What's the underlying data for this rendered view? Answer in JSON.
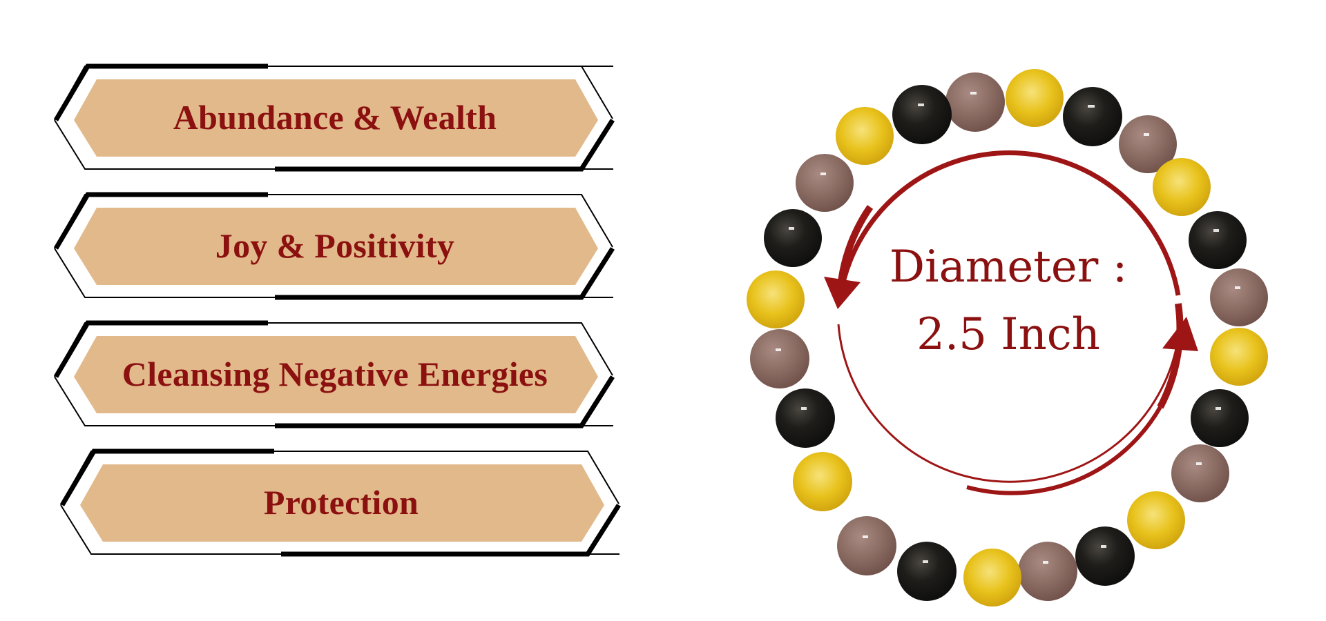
{
  "colors": {
    "label_text": "#8B1010",
    "banner_fill": "#E2B98A",
    "frame_stroke": "#000000",
    "arrow": "#9E1515",
    "bead_black": "#1c1c1a",
    "bead_brown": "#8a6a62",
    "bead_yellow": "#e8c21c"
  },
  "benefits": [
    {
      "label": "Abundance & Wealth"
    },
    {
      "label": "Joy & Positivity"
    },
    {
      "label": "Cleansing Negative Energies"
    },
    {
      "label": "Protection"
    }
  ],
  "product": {
    "name": "bead-bracelet",
    "bead_sequence": [
      "brown",
      "yellow",
      "black",
      "brown",
      "yellow",
      "black",
      "brown",
      "yellow",
      "black",
      "brown",
      "yellow",
      "black",
      "brown",
      "yellow",
      "black",
      "brown",
      "yellow",
      "black",
      "brown",
      "yellow",
      "black",
      "brown",
      "yellow",
      "black"
    ],
    "measurement": {
      "label": "Diameter :",
      "value": "2.5 Inch"
    }
  }
}
